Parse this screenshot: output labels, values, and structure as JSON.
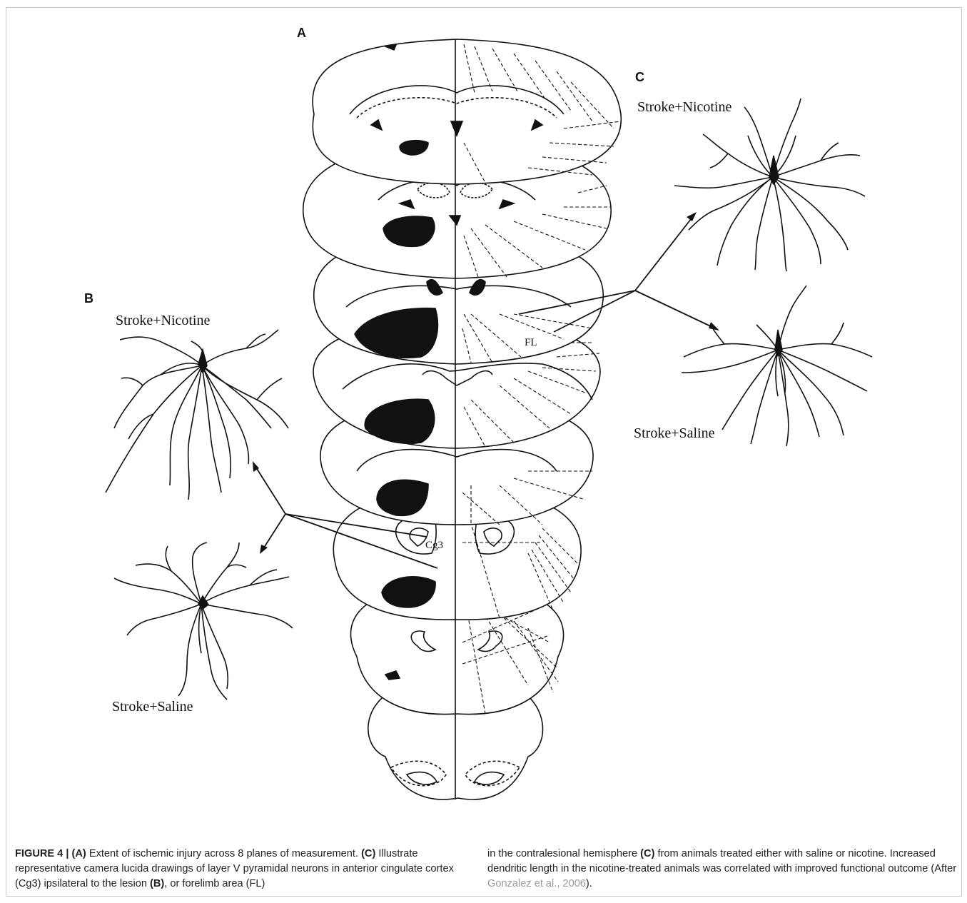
{
  "figure": {
    "panels": {
      "a": "A",
      "b": "B",
      "c": "C"
    },
    "neuron_labels": {
      "b_top": "Stroke+Nicotine",
      "b_bottom": "Stroke+Saline",
      "c_top": "Stroke+Nicotine",
      "c_bottom": "Stroke+Saline"
    },
    "region_labels": {
      "fl": "FL",
      "cg3": "Cg3"
    }
  },
  "caption": {
    "figure_id": "FIGURE 4 |",
    "panel_a": "(A)",
    "text_1": " Extent of ischemic injury across 8 planes of measurement. ",
    "panel_c1": "(C)",
    "text_2": " Illustrate representative camera lucida drawings of layer V pyramidal neurons in anterior cingulate cortex (Cg3) ipsilateral to the lesion ",
    "panel_b": "(B)",
    "text_3": ", or forelimb area (FL)",
    "text_4": "in the contralesional hemisphere ",
    "panel_c2": "(C)",
    "text_5": " from animals treated either with saline or nicotine. Increased dendritic length in the nicotine-treated animals was correlated with improved functional outcome (After ",
    "citation": "Gonzalez et al., 2006",
    "text_6": ")."
  }
}
